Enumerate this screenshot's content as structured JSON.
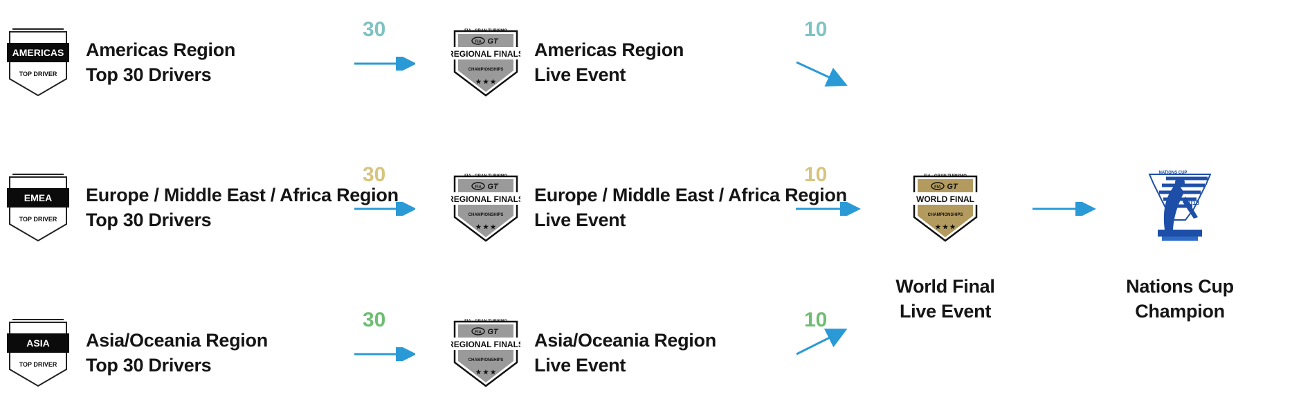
{
  "colors": {
    "americas": "#7fc3c3",
    "emea": "#d6c57e",
    "asia": "#6fbd73",
    "arrow": "#2a9ad6",
    "world_gold": "#b39a5e",
    "regional_gray": "#9a9a9a"
  },
  "regions": [
    {
      "badge": "AMERICAS",
      "badge_sub": "TOP DRIVER",
      "title": "Americas Region",
      "sub": "Top 30 Drivers",
      "qualifiers": "30",
      "event_title": "Americas Region",
      "event_sub": "Live Event",
      "advancers": "10"
    },
    {
      "badge": "EMEA",
      "badge_sub": "TOP DRIVER",
      "title": "Europe / Middle East / Africa Region",
      "sub": "Top 30 Drivers",
      "qualifiers": "30",
      "event_title": "Europe / Middle East / Africa Region",
      "event_sub": "Live Event",
      "advancers": "10"
    },
    {
      "badge": "ASIA",
      "badge_sub": "TOP DRIVER",
      "title": "Asia/Oceania Region",
      "sub": "Top 30 Drivers",
      "qualifiers": "30",
      "event_title": "Asia/Oceania Region",
      "event_sub": "Live Event",
      "advancers": "10"
    }
  ],
  "regional_badge": {
    "top": "FIA - GRAN TURISMO",
    "main": "REGIONAL FINALS",
    "bottom": "CHAMPIONSHIPS",
    "fia": "FIA"
  },
  "world_badge": {
    "top": "FIA - GRAN TURISMO",
    "main": "WORLD FINAL",
    "bottom": "CHAMPIONSHIPS",
    "fia": "FIA"
  },
  "world_final": {
    "title": "World Final",
    "sub": "Live Event"
  },
  "nations_cup": {
    "title": "Nations Cup",
    "sub": "Champion",
    "trophy_text": "NATIONS CUP",
    "trophy_year": "2018"
  }
}
